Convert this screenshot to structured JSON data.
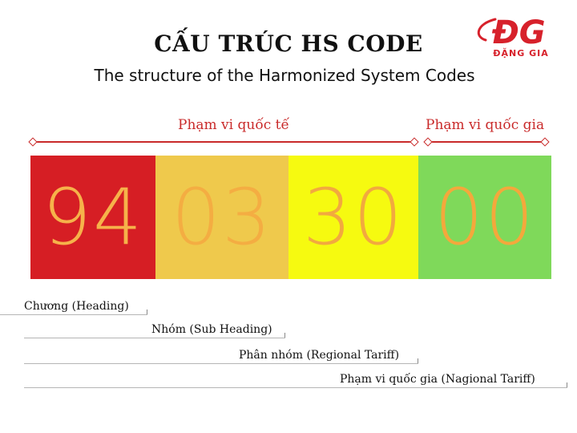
{
  "header": {
    "title": "CẤU TRÚC HS CODE",
    "subtitle": "The structure of the Harmonized System Codes"
  },
  "logo": {
    "mark": "ĐG",
    "text": "ĐẶNG GIA",
    "color": "#d7212b"
  },
  "scopes": {
    "international": "Phạm vi quốc tế",
    "national": "Phạm vi quốc gia",
    "color": "#c92a2a"
  },
  "code_blocks": [
    {
      "digits": "94",
      "color": "#d61e24"
    },
    {
      "digits": "03",
      "color": "#efc94c"
    },
    {
      "digits": "30",
      "color": "#f6fa10"
    },
    {
      "digits": "00",
      "color": "#7fd95a"
    }
  ],
  "levels": [
    {
      "label": "Chương (Heading)"
    },
    {
      "label": "Nhóm (Sub Heading)"
    },
    {
      "label": "Phân nhóm (Regional Tariff)"
    },
    {
      "label": "Phạm vi quốc gia (Nagional Tariff)"
    }
  ]
}
